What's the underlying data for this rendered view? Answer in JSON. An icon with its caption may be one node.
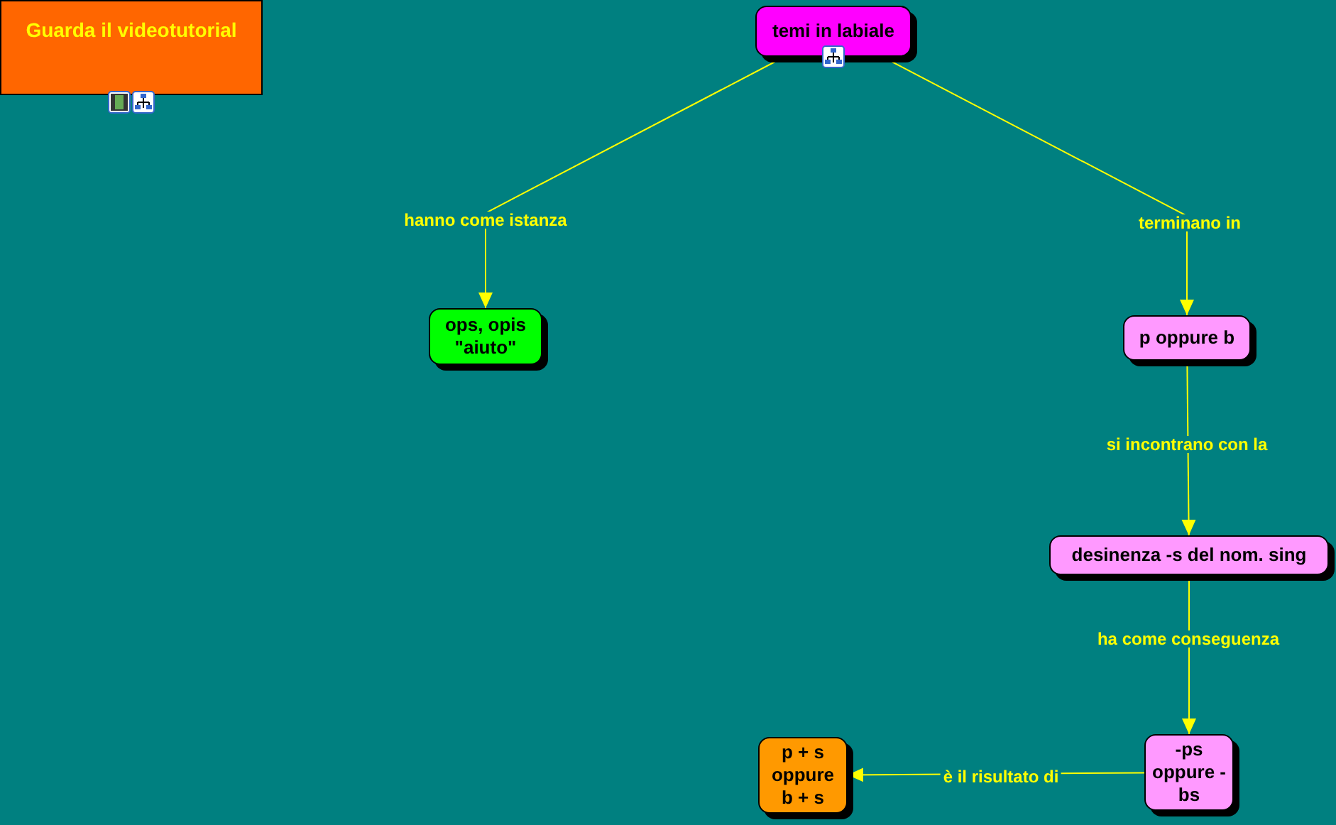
{
  "diagram": {
    "nodes": [
      {
        "text": [
          "Guarda il videotutorial"
        ]
      },
      {
        "text": [
          "temi in labiale"
        ]
      },
      {
        "text": [
          "ops, opis \"aiuto\""
        ]
      },
      {
        "text": [
          "p oppure b"
        ]
      },
      {
        "text": [
          "desinenza -s del nom. sing"
        ]
      },
      {
        "text": [
          "-ps oppure -bs"
        ]
      },
      {
        "text": [
          "p + s oppure b + s"
        ]
      }
    ],
    "edges": [
      {
        "from": 1,
        "to": 2,
        "arrow": "to",
        "label": "hanno come istanza"
      },
      {
        "from": 1,
        "to": 3,
        "arrow": "to",
        "label": "terminano in"
      },
      {
        "from": 3,
        "to": 4,
        "arrow": "to",
        "label": "si incontrano con la"
      },
      {
        "from": 4,
        "to": 5,
        "arrow": "to",
        "label": "ha come conseguenza"
      },
      {
        "from": 5,
        "to": 6,
        "arrow": "to",
        "label": "è il risultato di"
      }
    ]
  }
}
